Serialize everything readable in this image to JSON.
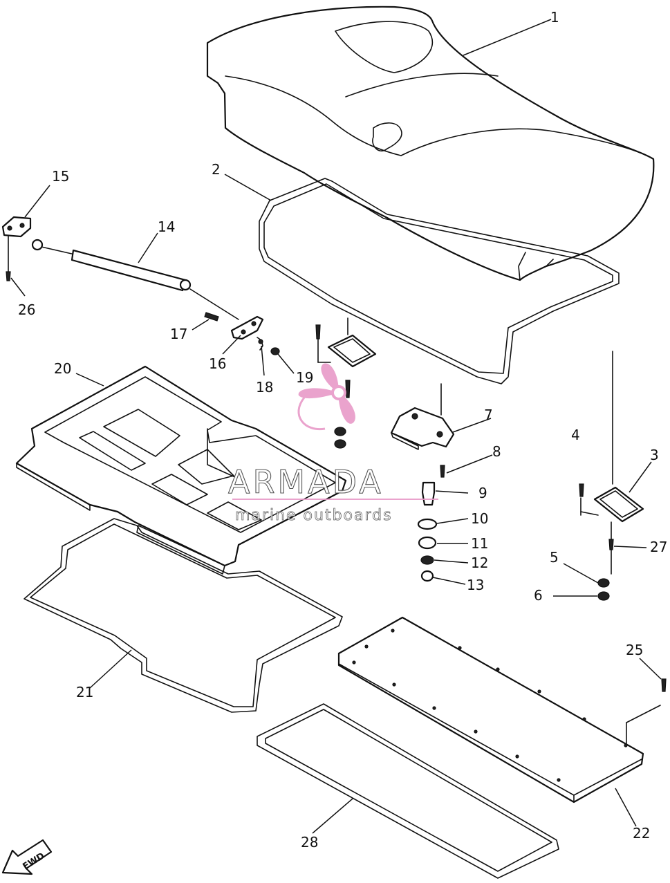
{
  "callouts": [
    {
      "id": "1",
      "label": "1"
    },
    {
      "id": "2",
      "label": "2"
    },
    {
      "id": "3",
      "label": "3"
    },
    {
      "id": "4",
      "label": "4"
    },
    {
      "id": "5",
      "label": "5"
    },
    {
      "id": "6",
      "label": "6"
    },
    {
      "id": "7",
      "label": "7"
    },
    {
      "id": "8",
      "label": "8"
    },
    {
      "id": "9",
      "label": "9"
    },
    {
      "id": "10",
      "label": "10"
    },
    {
      "id": "11",
      "label": "11"
    },
    {
      "id": "12",
      "label": "12"
    },
    {
      "id": "13",
      "label": "13"
    },
    {
      "id": "14",
      "label": "14"
    },
    {
      "id": "15",
      "label": "15"
    },
    {
      "id": "16",
      "label": "16"
    },
    {
      "id": "17",
      "label": "17"
    },
    {
      "id": "18",
      "label": "18"
    },
    {
      "id": "19",
      "label": "19"
    },
    {
      "id": "20",
      "label": "20"
    },
    {
      "id": "21",
      "label": "21"
    },
    {
      "id": "22",
      "label": "22"
    },
    {
      "id": "25",
      "label": "25"
    },
    {
      "id": "26",
      "label": "26"
    },
    {
      "id": "27",
      "label": "27"
    },
    {
      "id": "28",
      "label": "28"
    }
  ],
  "watermark": {
    "brand": "ARMADA",
    "tagline": "marine outboards",
    "logo_color": "#e89ac8"
  },
  "direction_marker": {
    "label": "FWD",
    "icon": "arrow-icon"
  }
}
